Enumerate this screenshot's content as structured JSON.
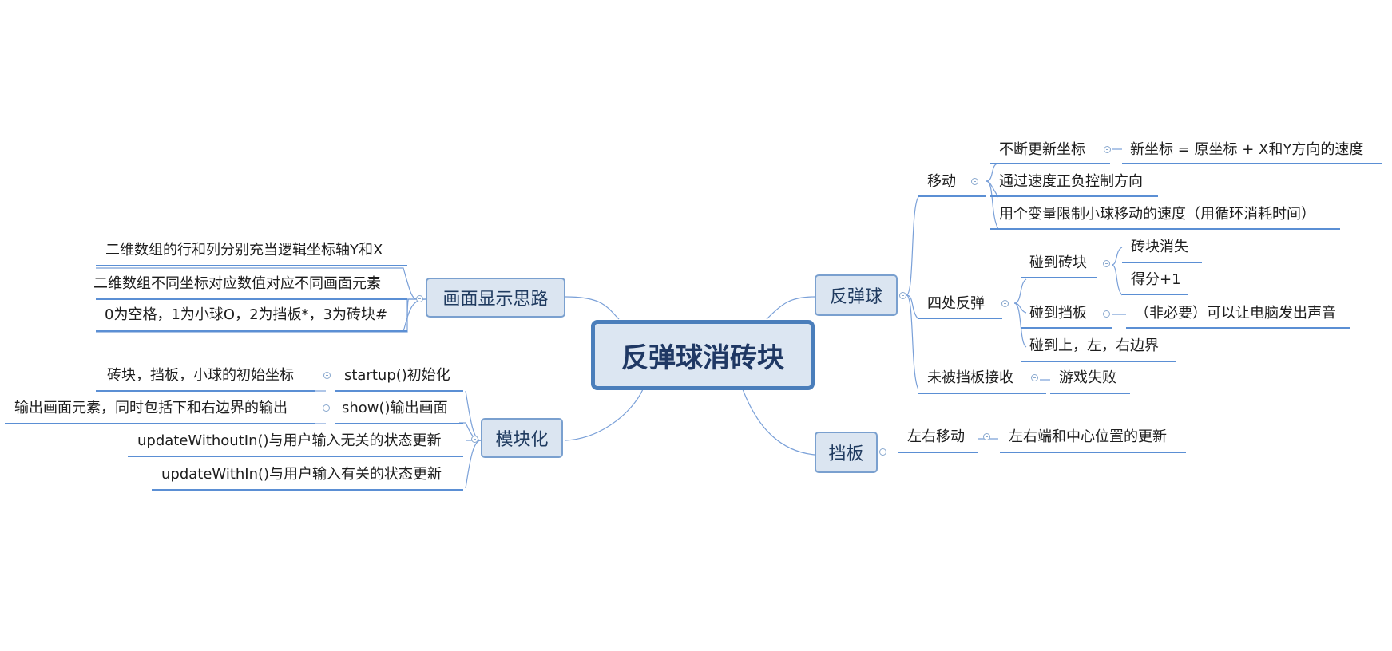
{
  "colors": {
    "line": "#5b8fd4",
    "box_fill": "#dbe5f1",
    "box_border": "#7aa0cf",
    "central_border": "#4a7ebb"
  },
  "central": "反弹球消砖块",
  "branches": {
    "display": {
      "label": "画面显示思路",
      "items": [
        "二维数组的行和列分别充当逻辑坐标轴Y和X",
        "二维数组不同坐标对应数值对应不同画面元素",
        "0为空格，1为小球O，2为挡板*，3为砖块#"
      ]
    },
    "modular": {
      "label": "模块化",
      "items": [
        {
          "label": "startup()初始化",
          "detail": "砖块，挡板，小球的初始坐标"
        },
        {
          "label": "show()输出画面",
          "detail": "输出画面元素，同时包括下和右边界的输出"
        },
        {
          "label": "updateWithoutIn()与用户输入无关的状态更新"
        },
        {
          "label": "updateWithIn()与用户输入有关的状态更新"
        }
      ]
    },
    "ball": {
      "label": "反弹球",
      "move": {
        "label": "移动",
        "items": [
          "不断更新坐标",
          "通过速度正负控制方向",
          "用个变量限制小球移动的速度（用循环消耗时间）"
        ],
        "update_detail": "新坐标 = 原坐标 + X和Y方向的速度"
      },
      "bounce": {
        "label": "四处反弹",
        "brick": {
          "label": "碰到砖块",
          "items": [
            "砖块消失",
            "得分+1"
          ]
        },
        "paddle": {
          "label": "碰到挡板",
          "detail": "（非必要）可以让电脑发出声音"
        },
        "edge": "碰到上，左，右边界"
      },
      "miss": {
        "label": "未被挡板接收",
        "detail": "游戏失败"
      }
    },
    "paddle": {
      "label": "挡板",
      "move": {
        "label": "左右移动",
        "detail": "左右端和中心位置的更新"
      }
    }
  }
}
